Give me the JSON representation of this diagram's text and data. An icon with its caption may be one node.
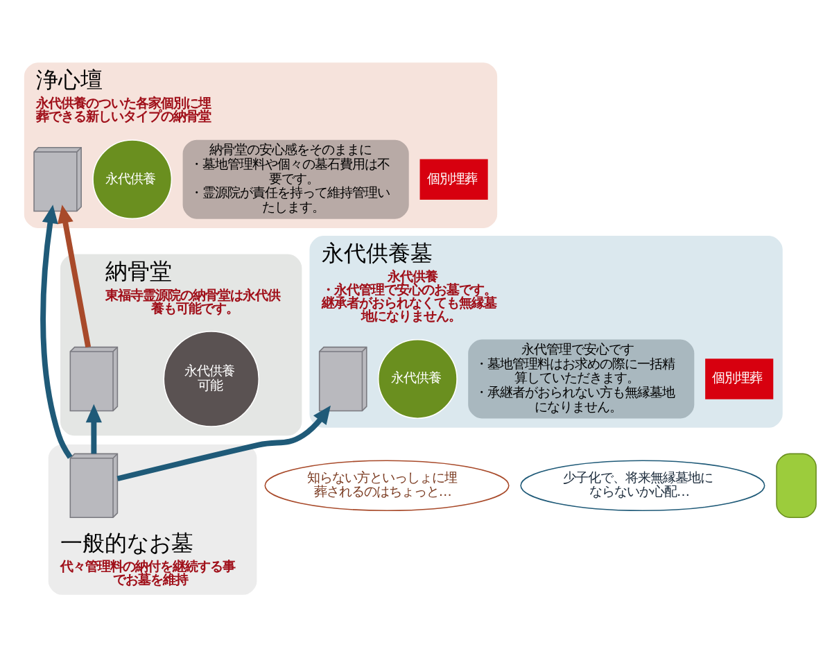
{
  "diagram": {
    "nodes": [
      {
        "text": [
          "浄心壇",
          "永代供養のついた各家個別に埋葬できる新しいタイプの納骨堂"
        ]
      },
      {
        "text": [
          "個別埋葬"
        ],
        "in": 0
      },
      {
        "text": [
          "納骨堂の安心感をそのままに・墓地管理料や個々の墓石費用は不要です。・霊源院が責任を持って維持管理いたします。"
        ],
        "in": 0
      },
      {
        "text": [
          "永代供養"
        ],
        "in": 0
      },
      {
        "text": [],
        "shape": "picture",
        "in": 0
      },
      {
        "text": [
          "納骨堂",
          "東福寺霊源院の納骨堂は永代供養も可能です。"
        ]
      },
      {
        "text": [
          "永代供養可能"
        ],
        "in": 5
      },
      {
        "text": [],
        "shape": "picture",
        "in": 5
      },
      {
        "text": [
          "知らない方といっしょに埋葬されるのはちょっと…"
        ]
      },
      {
        "text": [
          "少子化で、将来無縁墓地にならないか心配…"
        ]
      },
      {
        "text": [],
        "shape": "person"
      },
      {
        "text": [
          "永代供養墓",
          "永代供養・永代管理で安心のお墓です。継承者がおられなくても無縁墓地になりません。"
        ]
      },
      {
        "text": [
          "個別埋葬"
        ],
        "in": 11
      },
      {
        "text": [
          "永代管理で安心です・墓地管理料はお求めの際に一括精算していただきます。・承継者がおられない方も無縁墓地になりません。"
        ],
        "in": 11
      },
      {
        "text": [
          "永代供養"
        ],
        "in": 11
      },
      {
        "text": [],
        "shape": "picture",
        "in": 11
      },
      {
        "text": [
          "一般的なお墓",
          "代々管理料の納付を継続する事でお墓を維持"
        ]
      },
      {
        "text": [],
        "shape": "picture",
        "in": 16
      }
    ],
    "edges": [
      {
        "from": 7,
        "to": 4,
        "arrow": "to",
        "color": "#a84a2a"
      },
      {
        "from": 17,
        "to": 7,
        "arrow": "to"
      },
      {
        "from": 17,
        "to": 4,
        "arrow": "to"
      },
      {
        "from": 17,
        "to": 15,
        "arrow": "to"
      }
    ]
  }
}
